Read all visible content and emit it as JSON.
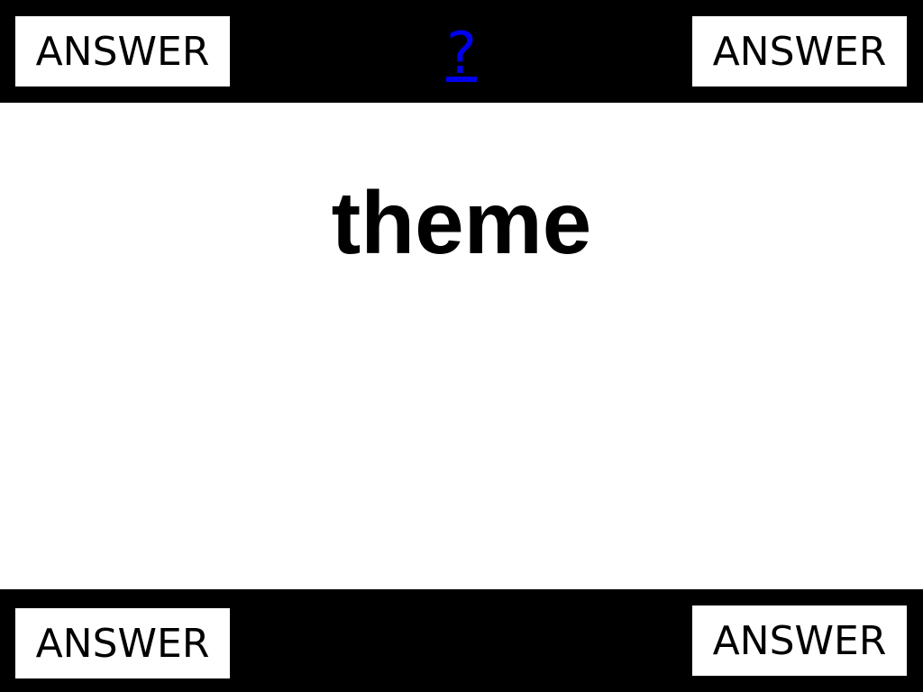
{
  "header": {
    "question_mark": "?",
    "answers": {
      "top_left": "ANSWER",
      "top_right": "ANSWER"
    }
  },
  "main": {
    "word": "theme"
  },
  "footer": {
    "answers": {
      "bottom_left": "ANSWER",
      "bottom_right": "ANSWER"
    }
  },
  "colors": {
    "bar": "#000000",
    "background": "#ffffff",
    "link": "#0000ee",
    "text": "#000000"
  }
}
